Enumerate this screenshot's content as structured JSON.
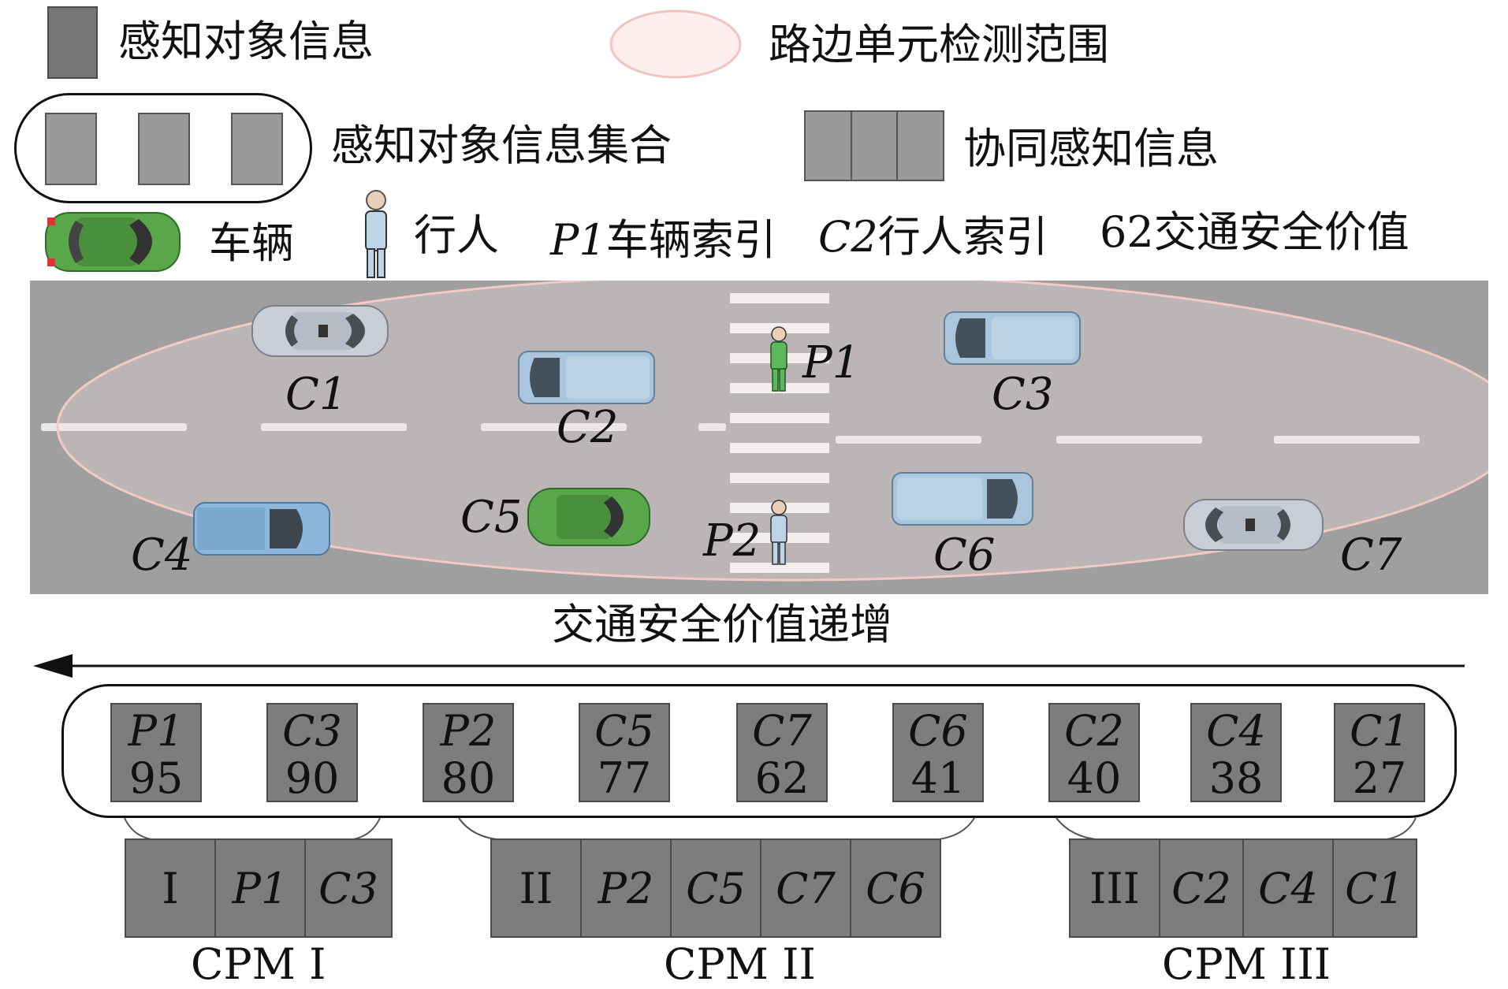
{
  "legend": {
    "perceived_object": "感知对象信息",
    "rsu_range": "路边单元检测范围",
    "object_set": "感知对象信息集合",
    "cooperative_info": "协同感知信息",
    "vehicle": "车辆",
    "pedestrian": "行人",
    "vehicle_index_sym": "P1",
    "vehicle_index_text": "车辆索引",
    "ped_index_sym": "C2",
    "ped_index_text": "行人索引",
    "value_num": "62",
    "value_text": "交通安全价值"
  },
  "road_labels": {
    "C1": "C1",
    "C2": "C2",
    "C3": "C3",
    "C4": "C4",
    "C5": "C5",
    "C6": "C6",
    "C7": "C7",
    "P1": "P1",
    "P2": "P2"
  },
  "arrow_label": "交通安全价值递增",
  "ranking": [
    {
      "id": "P1",
      "value": "95"
    },
    {
      "id": "C3",
      "value": "90"
    },
    {
      "id": "P2",
      "value": "80"
    },
    {
      "id": "C5",
      "value": "77"
    },
    {
      "id": "C7",
      "value": "62"
    },
    {
      "id": "C6",
      "value": "41"
    },
    {
      "id": "C2",
      "value": "40"
    },
    {
      "id": "C4",
      "value": "38"
    },
    {
      "id": "C1",
      "value": "27"
    }
  ],
  "cpm": [
    {
      "name": "CPM I",
      "cells": [
        "I",
        "P1",
        "C3"
      ]
    },
    {
      "name": "CPM II",
      "cells": [
        "II",
        "P2",
        "C5",
        "C7",
        "C6"
      ]
    },
    {
      "name": "CPM III",
      "cells": [
        "III",
        "C2",
        "C4",
        "C1"
      ]
    }
  ],
  "colors": {
    "road": "#9f9f9f",
    "box": "#7d7d7d",
    "range_ellipse": "#f2c9c4",
    "car_green": "#5aa64a",
    "car_blue": "#a9c6dc",
    "car_silver": "#c9ced6"
  }
}
